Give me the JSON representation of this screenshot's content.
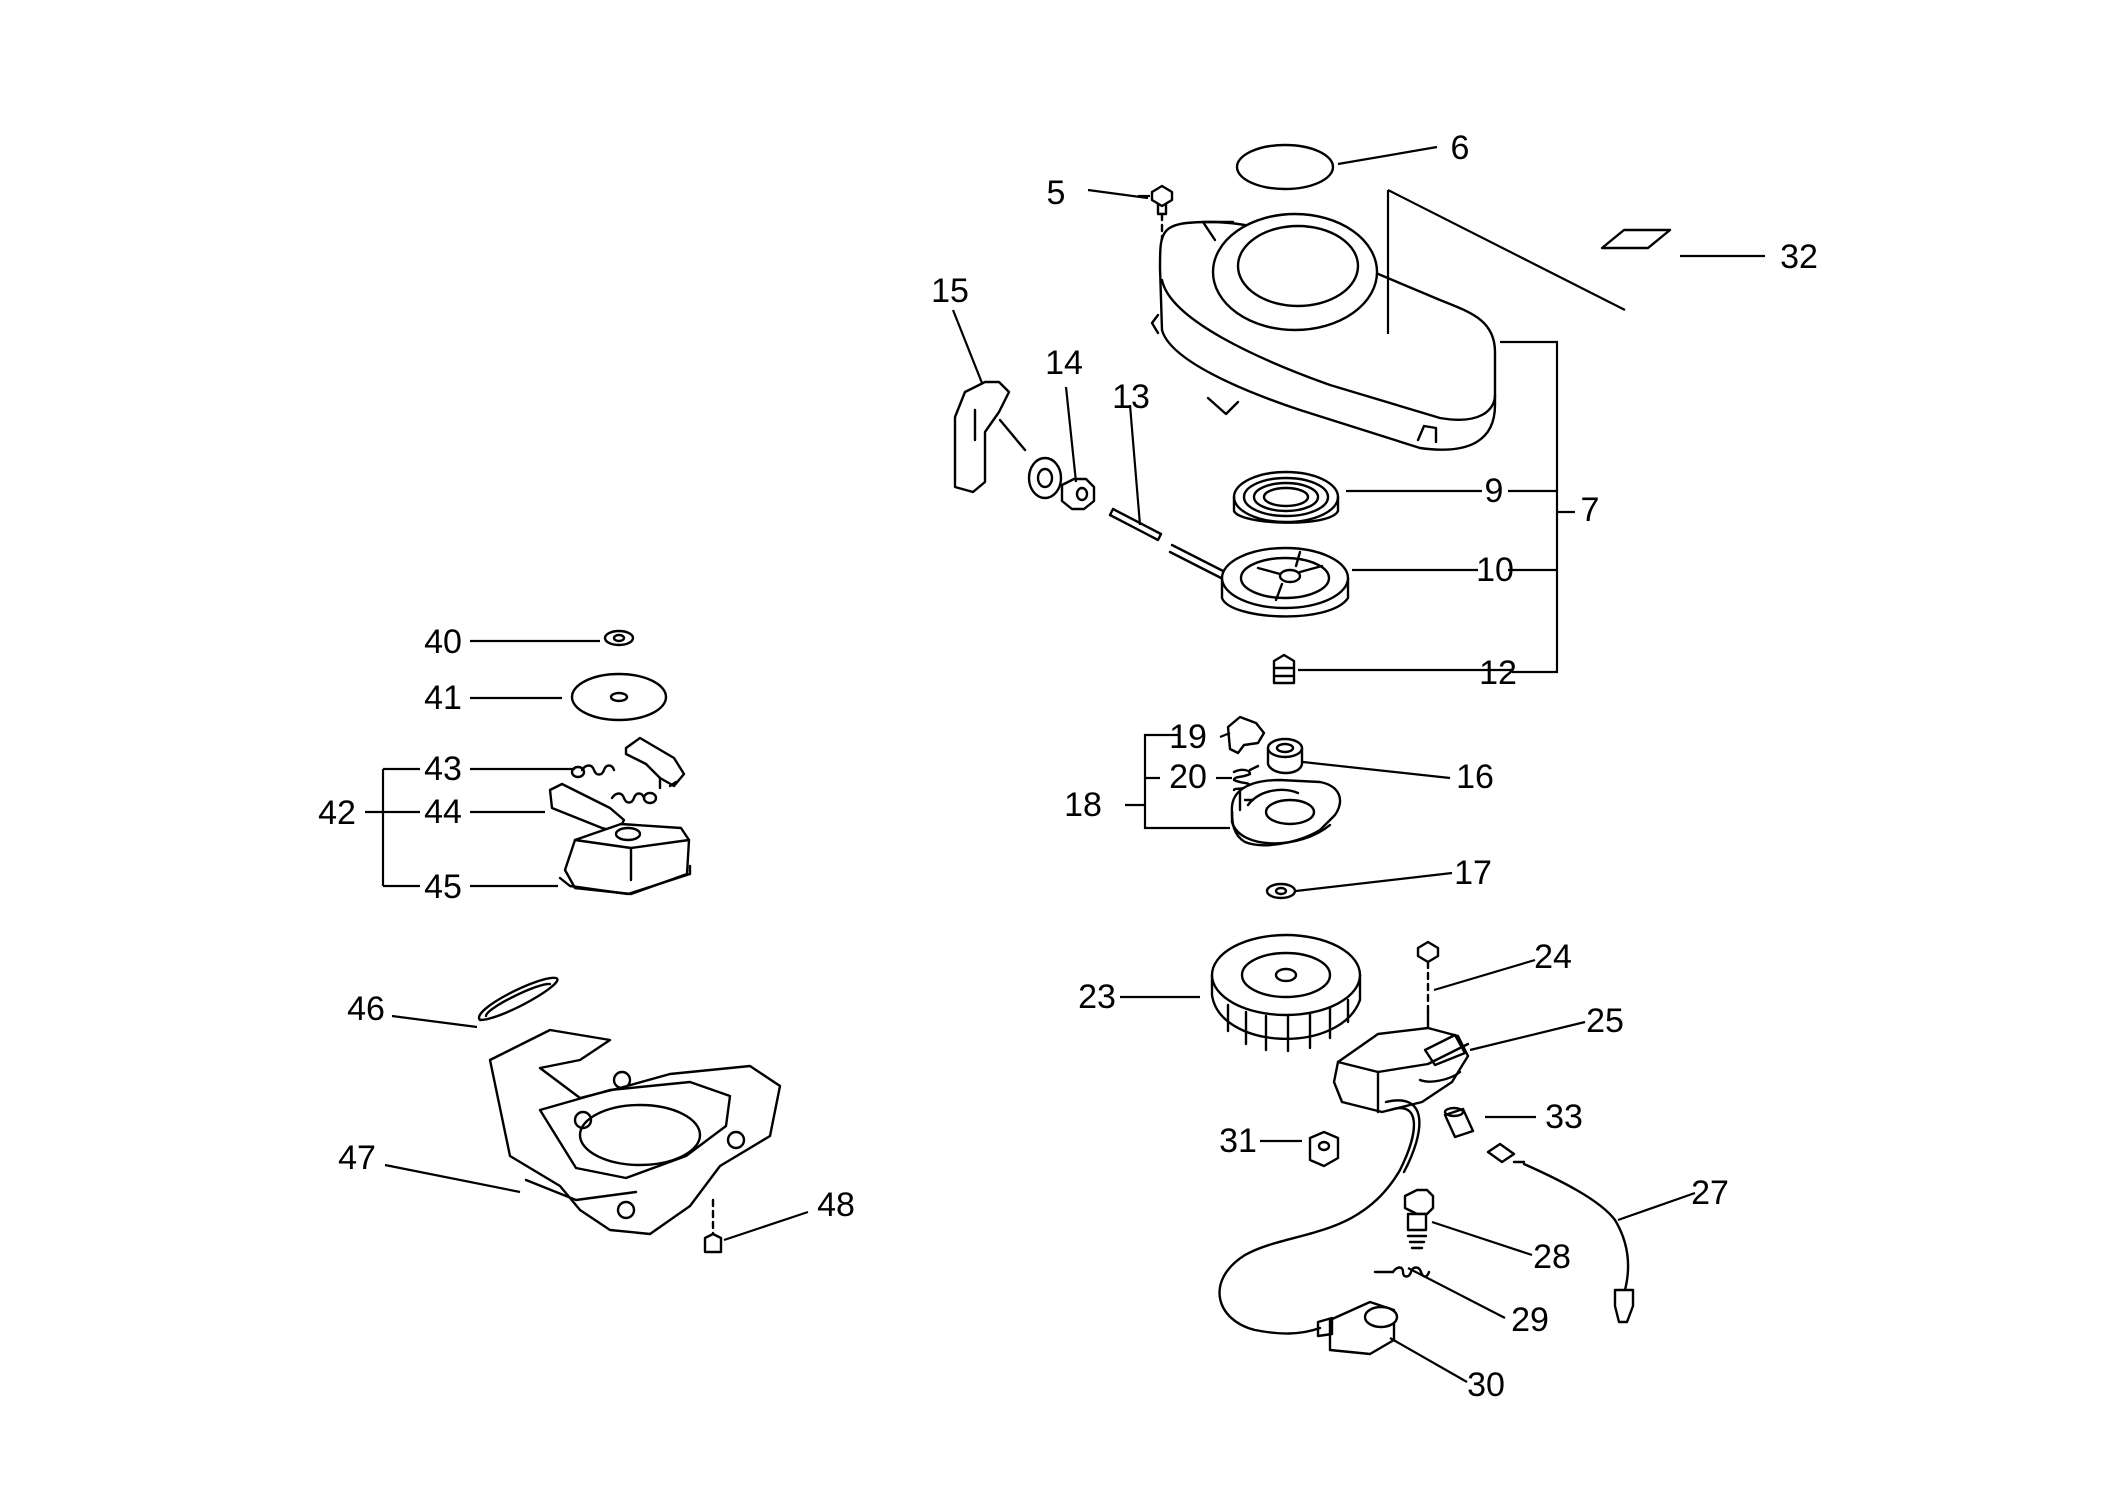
{
  "labels": {
    "5": "5",
    "6": "6",
    "7": "7",
    "9": "9",
    "10": "10",
    "12": "12",
    "13": "13",
    "14": "14",
    "15": "15",
    "16": "16",
    "17": "17",
    "18": "18",
    "19": "19",
    "20": "20",
    "23": "23",
    "24": "24",
    "25": "25",
    "27": "27",
    "28": "28",
    "29": "29",
    "30": "30",
    "31": "31",
    "32": "32",
    "33": "33",
    "40": "40",
    "41": "41",
    "42": "42",
    "43": "43",
    "44": "44",
    "45": "45",
    "46": "46",
    "47": "47",
    "48": "48"
  }
}
